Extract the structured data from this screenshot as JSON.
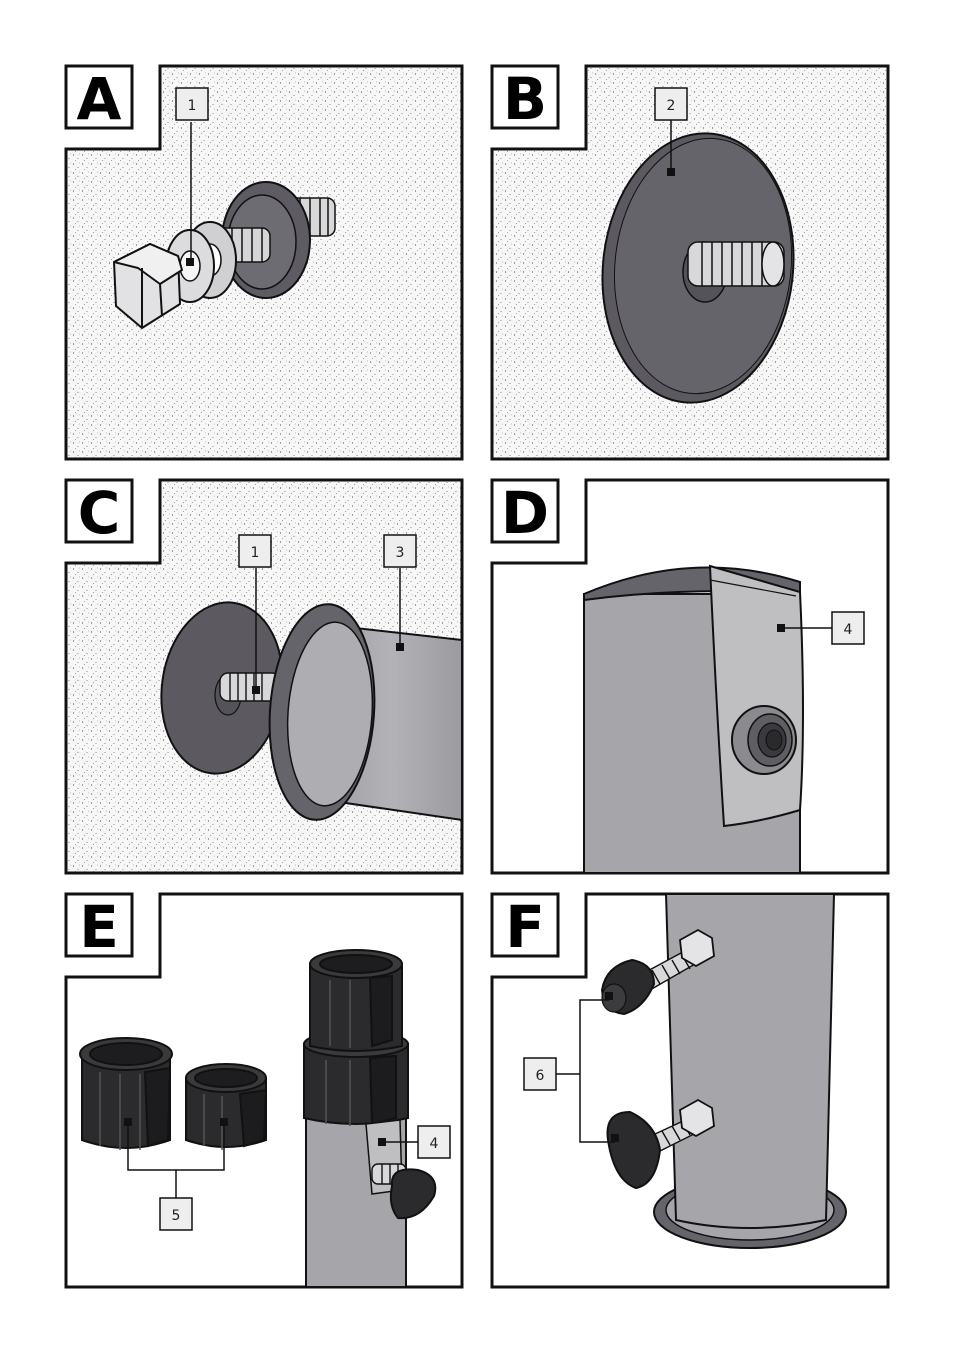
{
  "colors": {
    "outline": "#111111",
    "stipple_bg": "#f4f4f4",
    "dark_metal": "#66646a",
    "light_metal": "#a9a9ad",
    "plastic_black": "#2b2b2d",
    "callout_bg": "#eeeeee"
  },
  "panels": [
    {
      "id": "A",
      "letter": "A",
      "callouts": [
        {
          "label": "1"
        }
      ]
    },
    {
      "id": "B",
      "letter": "B",
      "callouts": [
        {
          "label": "2"
        }
      ]
    },
    {
      "id": "C",
      "letter": "C",
      "callouts": [
        {
          "label": "1"
        },
        {
          "label": "3"
        }
      ]
    },
    {
      "id": "D",
      "letter": "D",
      "callouts": [
        {
          "label": "4"
        }
      ]
    },
    {
      "id": "E",
      "letter": "E",
      "callouts": [
        {
          "label": "4"
        },
        {
          "label": "5"
        }
      ]
    },
    {
      "id": "F",
      "letter": "F",
      "callouts": [
        {
          "label": "6"
        }
      ]
    }
  ]
}
